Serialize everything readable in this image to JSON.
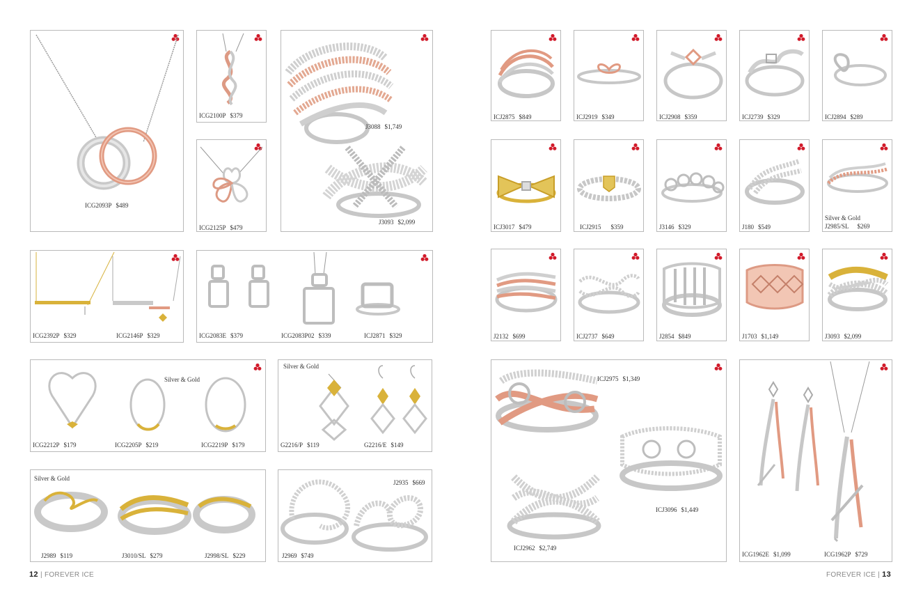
{
  "footer": {
    "left_page": "12",
    "left_sep": "|",
    "brand": "FOREVER ICE",
    "right_page": "13",
    "right_sep": "|"
  },
  "colors": {
    "silver": "#c8c8c8",
    "rose": "#e0a088",
    "gold": "#d9b23a",
    "border": "#b9b9b9",
    "logo": "#d11a2a"
  },
  "icons": {
    "logo": "brand-logo-icon"
  },
  "products": {
    "p1": {
      "code": "ICG2093P",
      "price": "$489"
    },
    "p2": {
      "code": "ICG2100P",
      "price": "$379"
    },
    "p3": {
      "code": "ICG2125P",
      "price": "$479"
    },
    "p4": {
      "code": "J3088",
      "price": "$1,749"
    },
    "p5": {
      "code": "J3093",
      "price": "$2,099"
    },
    "p6": {
      "code": "ICG2392P",
      "price": "$329"
    },
    "p7": {
      "code": "ICG2146P",
      "price": "$329"
    },
    "p8": {
      "code": "ICG2083E",
      "price": "$379"
    },
    "p9": {
      "code": "ICG2083P02",
      "price": "$339"
    },
    "p10": {
      "code": "ICJ2871",
      "price": "$329"
    },
    "p11": {
      "code": "ICG2212P",
      "price": "$179"
    },
    "p12": {
      "code": "ICG2205P",
      "price": "$219"
    },
    "p13": {
      "code": "ICG2219P",
      "price": "$179"
    },
    "p14": {
      "code": "G2216/P",
      "price": "$119"
    },
    "p15": {
      "code": "G2216/E",
      "price": "$149"
    },
    "p16": {
      "code": "J2989",
      "price": "$119"
    },
    "p17": {
      "code": "J3010/SL",
      "price": "$279"
    },
    "p18": {
      "code": "J2998/SL",
      "price": "$229"
    },
    "p19": {
      "code": "J2969",
      "price": "$749"
    },
    "p20": {
      "code": "J2935",
      "price": "$669"
    },
    "r1": {
      "code": "ICJ2875",
      "price": "$849"
    },
    "r2": {
      "code": "ICJ2919",
      "price": "$349"
    },
    "r3": {
      "code": "ICJ2908",
      "price": "$359"
    },
    "r4": {
      "code": "ICJ2739",
      "price": "$329"
    },
    "r5": {
      "code": "ICJ2894",
      "price": "$289"
    },
    "r6": {
      "code": "ICJ3017",
      "price": "$479"
    },
    "r7": {
      "code": "ICJ2915",
      "price": "$359"
    },
    "r8": {
      "code": "J3146",
      "price": "$329"
    },
    "r9": {
      "code": "J180",
      "price": "$549"
    },
    "r10": {
      "code": "J2985/SL",
      "price": "$269"
    },
    "r11": {
      "code": "J2132",
      "price": "$699"
    },
    "r12": {
      "code": "ICJ2737",
      "price": "$649"
    },
    "r13": {
      "code": "J2854",
      "price": "$849"
    },
    "r14": {
      "code": "J1703",
      "price": "$1,149"
    },
    "r15": {
      "code": "J3093",
      "price": "$2,099"
    },
    "r16": {
      "code": "ICJ2975",
      "price": "$1,349"
    },
    "r17": {
      "code": "ICJ3096",
      "price": "$1,449"
    },
    "r18": {
      "code": "ICJ2962",
      "price": "$2,749"
    },
    "r19": {
      "code": "ICG1962E",
      "price": "$1,099"
    },
    "r20": {
      "code": "ICG1962P",
      "price": "$729"
    }
  },
  "notes": {
    "sg1": "Silver & Gold",
    "sg2": "Silver & Gold",
    "sg3": "Silver & Gold",
    "sg4": "Silver & Gold"
  }
}
